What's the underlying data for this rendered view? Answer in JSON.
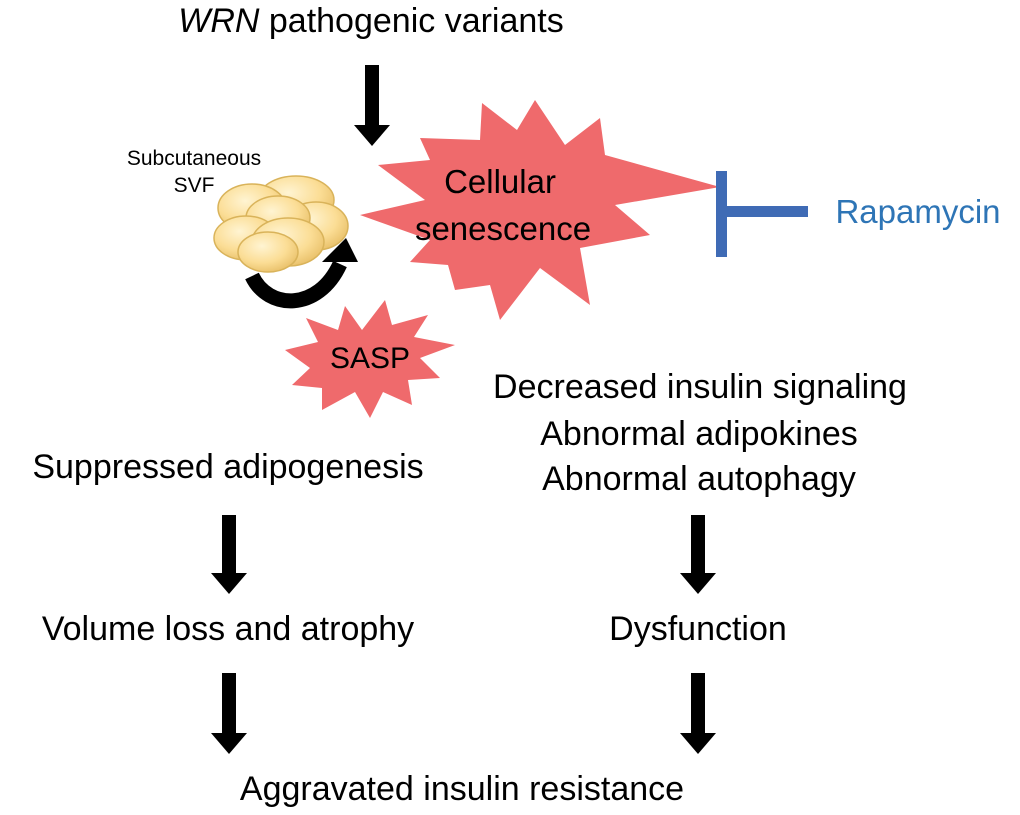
{
  "colors": {
    "text": "#000000",
    "arrow": "#000000",
    "starburst": "#ef6a6c",
    "inhibitor": "#3f6bb5",
    "rapamycin_text": "#2e75b6",
    "cells_fill": "#fbdd95",
    "cells_stroke": "#d9b35a"
  },
  "top": {
    "gene": "WRN",
    "rest": " pathogenic variants"
  },
  "svf": {
    "line1": "Subcutaneous",
    "line2": "SVF",
    "icon": "adipocyte-cluster-icon"
  },
  "senescence": {
    "line1": "Cellular",
    "line2": "senescence"
  },
  "sasp": "SASP",
  "inhibitor": {
    "label": "Rapamycin",
    "icon": "inhibition-t-bar-icon"
  },
  "right_effects": [
    "Decreased insulin signaling",
    "Abnormal adipokines",
    "Abnormal autophagy"
  ],
  "left_effect": "Suppressed adipogenesis",
  "left_outcome": "Volume loss and atrophy",
  "right_outcome": "Dysfunction",
  "final": "Aggravated insulin resistance"
}
